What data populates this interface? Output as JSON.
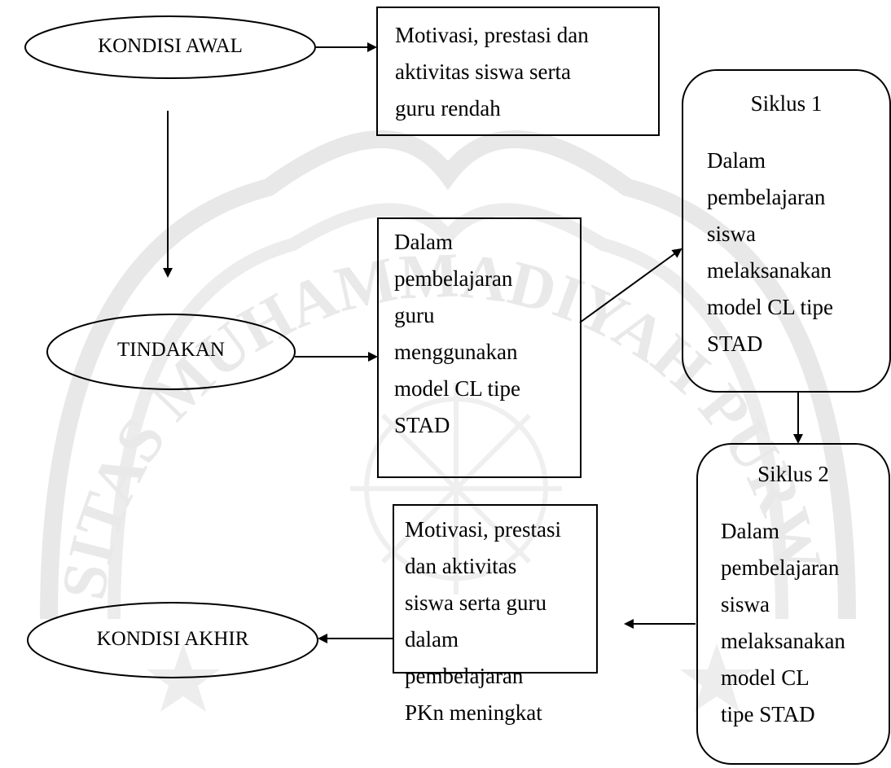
{
  "diagram": {
    "ovals": {
      "initial": "KONDISI AWAL",
      "action": "TINDAKAN",
      "final": "KONDISI AKHIR"
    },
    "boxes": {
      "initial_state": "Motivasi, prestasi dan\naktivitas siswa serta\nguru rendah",
      "teacher_action": "Dalam\npembelajaran\nguru\nmenggunakan\nmodel CL tipe\nSTAD",
      "final_state": "Motivasi, prestasi\ndan aktivitas\nsiswa serta guru\ndalam\npembelajaran\nPKn meningkat"
    },
    "cycles": {
      "cycle1_title": "Siklus 1",
      "cycle1_body": "Dalam\npembelajaran\nsiswa\nmelaksanakan\nmodel CL tipe\nSTAD",
      "cycle2_title": "Siklus 2",
      "cycle2_body": "Dalam\npembelajaran\nsiswa\nmelaksanakan\nmodel CL\ntipe STAD"
    }
  },
  "watermark": {
    "arc_text": "UNIVERSITAS MUHAMMADIYAH PURWOKERTO",
    "color": "#e6e6e6"
  }
}
